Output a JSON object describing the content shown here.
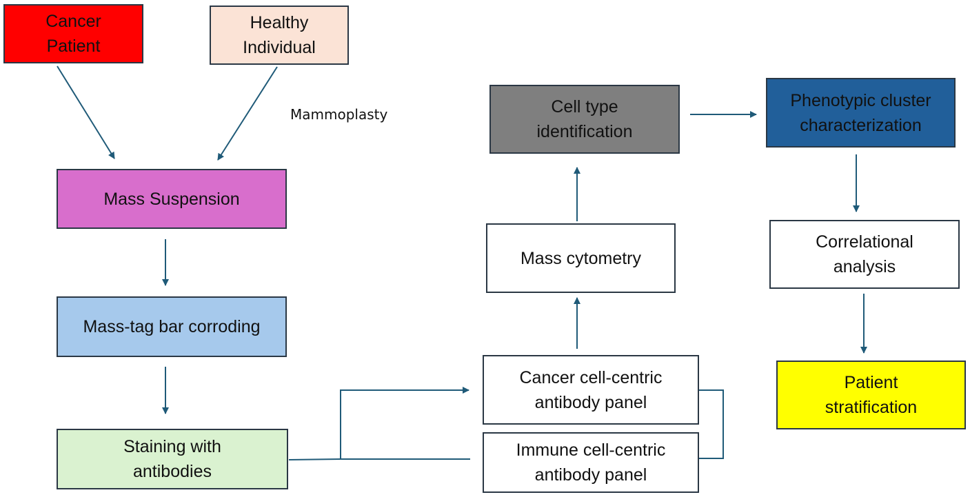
{
  "colors": {
    "arrow": "#1f5a78",
    "border": "#2a3744",
    "cancer_patient": "#ff0000",
    "healthy_individual": "#fbe3d6",
    "mass_suspension": "#d86ecc",
    "barcoding": "#a6c9ec",
    "staining": "#daf2d0",
    "cell_type": "#7f7f7f",
    "phenotypic": "#215f9a",
    "patient_stratification": "#ffff00",
    "white": "#ffffff"
  },
  "nodes": {
    "cancer_patient": "Cancer\nPatient",
    "healthy_individual": "Healthy\nIndividual",
    "mass_suspension": "Mass Suspension",
    "barcoding": "Mass-tag bar corroding",
    "staining": "Staining with\nantibodies",
    "cancer_panel": "Cancer cell-centric\nantibody panel",
    "immune_panel": "Immune cell-centric\nantibody panel",
    "mass_cytometry": "Mass cytometry",
    "cell_type": "Cell type\nidentification",
    "phenotypic": "Phenotypic cluster\ncharacterization",
    "correlational": "Correlational\nanalysis",
    "patient_stratification": "Patient\nstratification"
  },
  "annotations": {
    "mammoplasty": "Mammoplasty"
  }
}
